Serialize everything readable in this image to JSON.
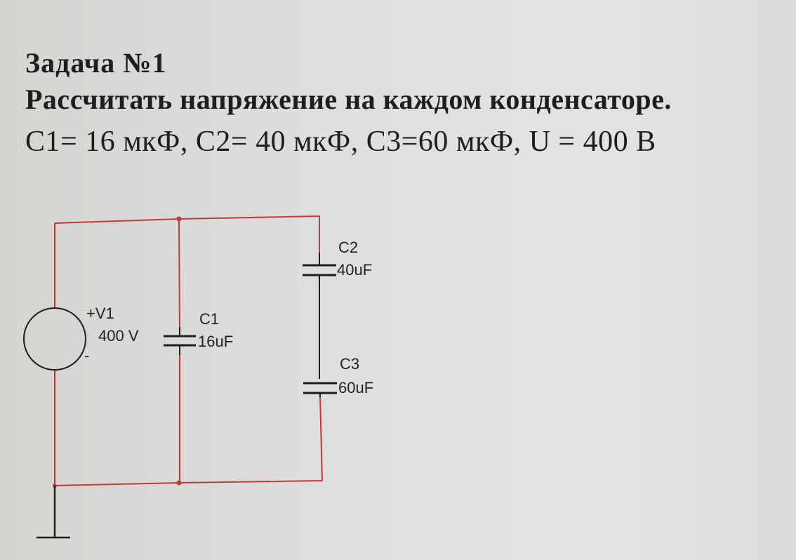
{
  "task": {
    "title": "Задача №1",
    "statement": "Рассчитать напряжение на каждом конденсаторе.",
    "values": "C1= 16 мкФ,  C2= 40 мкФ,  C3=60 мкФ,  U = 400 В"
  },
  "circuit": {
    "source": {
      "name": "+V1",
      "value": "400 V",
      "minus": "-"
    },
    "c1": {
      "name": "C1",
      "value": "16uF"
    },
    "c2": {
      "name": "C2",
      "value": "40uF"
    },
    "c3": {
      "name": "C3",
      "value": "60uF"
    }
  },
  "colors": {
    "wire": "#c43a3a",
    "component": "#1e1e1e"
  }
}
